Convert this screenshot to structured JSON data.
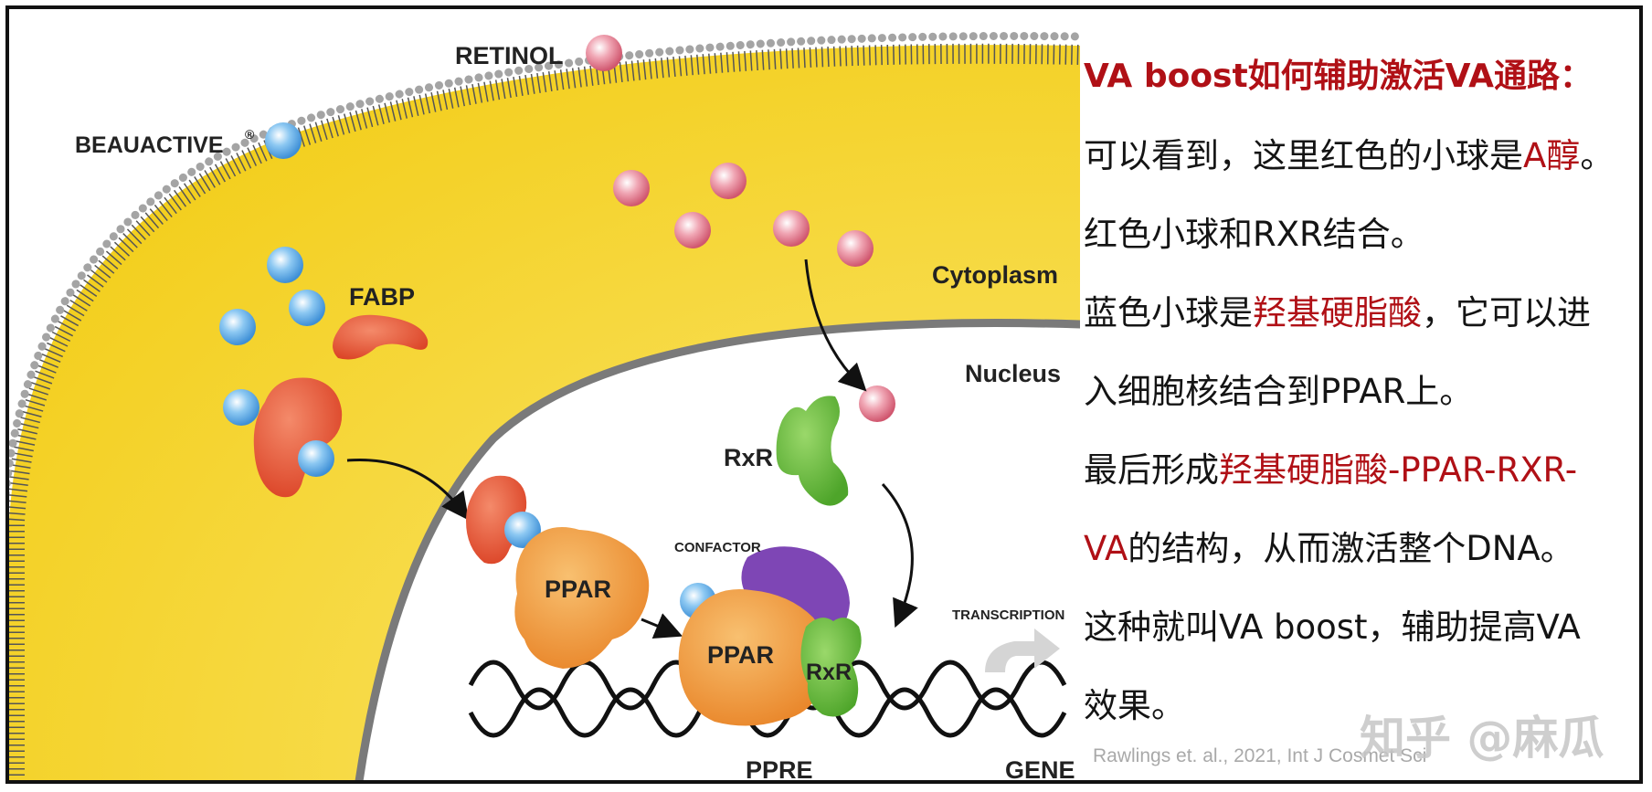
{
  "diagram": {
    "labels": {
      "retinol": "RETINOL",
      "beauactive": "BEAUACTIVE",
      "registered": "®",
      "fabp": "FABP",
      "cytoplasm": "Cytoplasm",
      "nucleus": "Nucleus",
      "rxr_free": "RxR",
      "rxr_bound": "RxR",
      "confactor": "CONFACTOR",
      "ppar_1": "PPAR",
      "ppar_2": "PPAR",
      "transcription": "TRANSCRIPTION",
      "ppre": "PPRE",
      "gene": "GENE"
    },
    "colors": {
      "cytoplasm": "#f6d62a",
      "membrane": "#9a9a9a",
      "retinol_ball": "#e07a8c",
      "beauactive_ball": "#5aa9e6",
      "fabp": "#e8553a",
      "ppar": "#f29a2e",
      "rxr": "#6dbf3a",
      "confactor": "#7d47b3"
    }
  },
  "panel": {
    "heading": "VA boost如何辅助激活VA通路：",
    "lines": [
      [
        {
          "t": "可以看到，这里红色的小球是"
        },
        {
          "t": "A醇",
          "hl": true
        },
        {
          "t": "。"
        }
      ],
      [
        {
          "t": "红色小球和RXR结合。"
        }
      ],
      [
        {
          "t": "蓝色小球是"
        },
        {
          "t": "羟基硬脂酸",
          "hl": true
        },
        {
          "t": "，它可以进"
        }
      ],
      [
        {
          "t": "入细胞核结合到PPAR上。"
        }
      ],
      [
        {
          "t": "最后形成"
        },
        {
          "t": "羟基硬脂酸-PPAR-RXR-",
          "hl": true
        }
      ],
      [
        {
          "t": "VA",
          "hl": true
        },
        {
          "t": "的结构，从而激活整个DNA。"
        }
      ],
      [
        {
          "t": "这种就叫VA boost，辅助提高VA"
        }
      ],
      [
        {
          "t": "效果。"
        }
      ]
    ]
  },
  "credit": "Rawlings et. al., 2021, Int J Cosmet Sci",
  "watermark": "知乎 @麻瓜"
}
